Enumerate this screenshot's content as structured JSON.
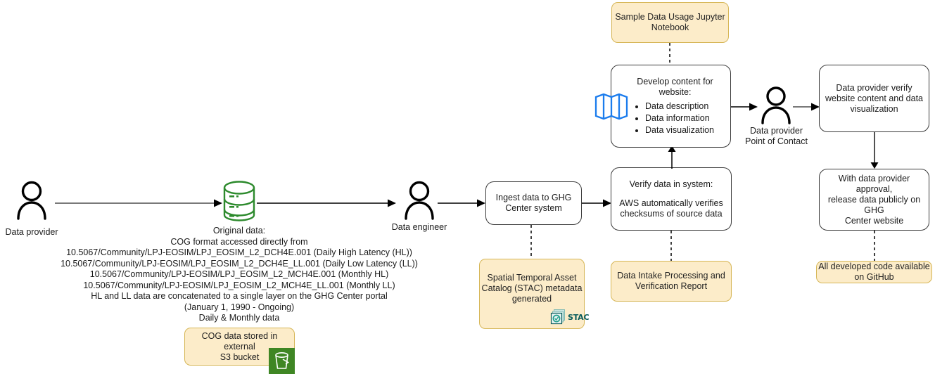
{
  "diagram": {
    "title": "GHG Center data ingest and publication workflow",
    "colors": {
      "note_fill": "#fcecc9",
      "note_border": "#d6b656",
      "process_border": "#3a3a3a",
      "process_fill": "#ffffff",
      "db_green": "#2d8a2d",
      "s3_green": "#3f8624",
      "map_blue": "#1b7ced",
      "stac_teal": "#0a5c5c",
      "arrow_dark": "#000000",
      "arrow_gray": "#666666",
      "text": "#1a1a1a"
    },
    "nodes": {
      "data_provider": {
        "icon": "person-icon",
        "label": "Data provider"
      },
      "original_data": {
        "icon": "database-icon",
        "text": "Original data:\nCOG format accessed directly from\n10.5067/Community/LPJ-EOSIM/LPJ_EOSIM_L2_DCH4E.001 (Daily High Latency (HL))\n10.5067/Community/LPJ-EOSIM/LPJ_EOSIM_L2_DCH4E_LL.001 (Daily Low Latency (LL))\n10.5067/Community/LPJ-EOSIM/LPJ_EOSIM_L2_MCH4E.001 (Monthly HL)\n10.5067/Community/LPJ-EOSIM/LPJ_EOSIM_L2_MCH4E_LL.001 (Monthly LL)\nHL and LL data are concatenated to a single layer on the GHG Center portal\n(January 1, 1990 - Ongoing)\nDaily & Monthly data"
      },
      "cog_s3_note": {
        "text": "COG data stored in external\nS3 bucket",
        "icon": "s3-bucket-icon"
      },
      "data_engineer": {
        "icon": "person-icon",
        "label": "Data engineer"
      },
      "ingest": {
        "text": "Ingest data to GHG\nCenter system"
      },
      "stac_note": {
        "text": "Spatial Temporal Asset\nCatalog (STAC) metadata\ngenerated",
        "icon": "stac-logo-icon",
        "icon_label": "STAC"
      },
      "verify": {
        "line1": "Verify data in system:",
        "line2": "AWS automatically verifies\nchecksums of source data"
      },
      "intake_report_note": {
        "text": "Data Intake Processing and\nVerification Report"
      },
      "jupyter_note": {
        "text": "Sample Data Usage Jupyter\nNotebook"
      },
      "develop": {
        "title": "Develop content for website:",
        "bullets": [
          "Data description",
          "Data information",
          "Data visualization"
        ],
        "icon": "map-icon"
      },
      "poc": {
        "icon": "person-icon",
        "label": "Data provider\nPoint of Contact"
      },
      "provider_verify": {
        "text": "Data provider verify\nwebsite content and data\nvisualization"
      },
      "release": {
        "text": "With data provider approval,\nrelease data publicly on GHG\nCenter website"
      },
      "github_note": {
        "text": "All developed code available\non GitHub"
      }
    },
    "connectors": [
      {
        "name": "provider-to-database",
        "style": "solid-arrow"
      },
      {
        "name": "database-to-engineer",
        "style": "solid-arrow"
      },
      {
        "name": "engineer-to-ingest",
        "style": "solid-arrow"
      },
      {
        "name": "ingest-to-verify",
        "style": "solid-arrow"
      },
      {
        "name": "verify-to-develop",
        "style": "solid-arrow-up"
      },
      {
        "name": "develop-to-poc",
        "style": "solid-arrow"
      },
      {
        "name": "poc-to-provider-verify",
        "style": "solid-arrow"
      },
      {
        "name": "provider-verify-to-release",
        "style": "solid-arrow-down"
      },
      {
        "name": "ingest-to-stac-note",
        "style": "dashed"
      },
      {
        "name": "verify-to-intake-report",
        "style": "dashed"
      },
      {
        "name": "jupyter-to-develop",
        "style": "dashed"
      },
      {
        "name": "release-to-github",
        "style": "dashed"
      }
    ]
  }
}
